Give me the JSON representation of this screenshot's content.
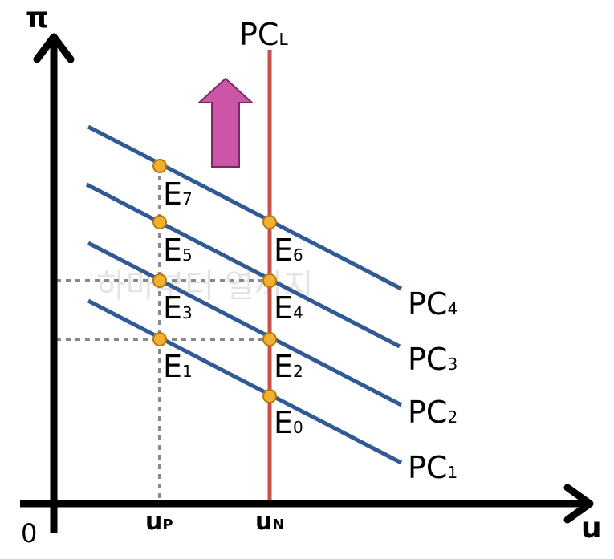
{
  "diagram": {
    "axes": {
      "y_label": "π",
      "x_label": "u",
      "origin_label": "0"
    },
    "x_ticks": [
      {
        "main": "u",
        "sub": "P"
      },
      {
        "main": "u",
        "sub": "N"
      }
    ],
    "long_run_curve": {
      "main": "PC",
      "sub": "L"
    },
    "short_run_curves": [
      {
        "main": "PC",
        "sub": "1"
      },
      {
        "main": "PC",
        "sub": "2"
      },
      {
        "main": "PC",
        "sub": "3"
      },
      {
        "main": "PC",
        "sub": "4"
      }
    ],
    "points": [
      {
        "main": "E",
        "sub": "0"
      },
      {
        "main": "E",
        "sub": "1"
      },
      {
        "main": "E",
        "sub": "2"
      },
      {
        "main": "E",
        "sub": "3"
      },
      {
        "main": "E",
        "sub": "4"
      },
      {
        "main": "E",
        "sub": "5"
      },
      {
        "main": "E",
        "sub": "6"
      },
      {
        "main": "E",
        "sub": "7"
      }
    ],
    "watermark": "하마부터 열까지",
    "colors": {
      "short_run": "#2f5a96",
      "long_run": "#c8504b",
      "point_fill": "#f0b030",
      "point_stroke": "#b87a10",
      "arrow_fill": "#cc55a8",
      "arrow_stroke": "#7a2a62",
      "guide": "#888888",
      "axis": "#000000"
    }
  }
}
